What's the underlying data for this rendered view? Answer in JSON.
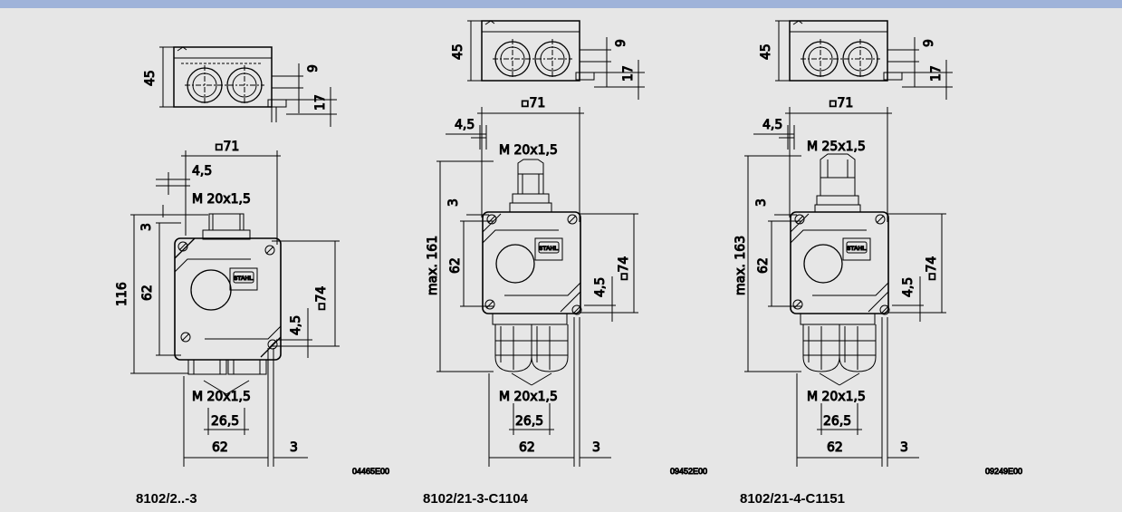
{
  "colors": {
    "background": "#e6e6e6",
    "top_bar": "#9fb3d9",
    "line": "#000000"
  },
  "drawings": [
    {
      "model": "8102/2..-3",
      "code": "04465E00",
      "stamp": "STAHL",
      "dims": {
        "height_top": "45",
        "d9": "9",
        "d17": "17",
        "square_width": "▫71",
        "offset": "4,5",
        "thread_top": "M 20x1,5",
        "d3": "3",
        "height_total": "116",
        "d62": "62",
        "square_side": "▫74",
        "offset2": "4,5",
        "thread_bottom": "M 20x1,5",
        "pitch": "26,5",
        "width62": "62",
        "d3b": "3"
      }
    },
    {
      "model": "8102/21-3-C1104",
      "code": "09452E00",
      "stamp": "STAHL",
      "dims": {
        "height_top": "45",
        "d9": "9",
        "d17": "17",
        "square_width": "▫71",
        "offset": "4,5",
        "thread_top": "M 20x1,5",
        "d3": "3",
        "height_total": "max. 161",
        "d62": "62",
        "square_side": "▫74",
        "offset2": "4,5",
        "thread_bottom": "M 20x1,5",
        "pitch": "26,5",
        "width62": "62",
        "d3b": "3"
      }
    },
    {
      "model": "8102/21-4-C1151",
      "code": "09249E00",
      "stamp": "STAHL",
      "dims": {
        "height_top": "45",
        "d9": "9",
        "d17": "17",
        "square_width": "▫71",
        "offset": "4,5",
        "thread_top": "M 25x1,5",
        "d3": "3",
        "height_total": "max. 163",
        "d62": "62",
        "square_side": "▫74",
        "offset2": "4,5",
        "thread_bottom": "M 20x1,5",
        "pitch": "26,5",
        "width62": "62",
        "d3b": "3"
      }
    }
  ]
}
